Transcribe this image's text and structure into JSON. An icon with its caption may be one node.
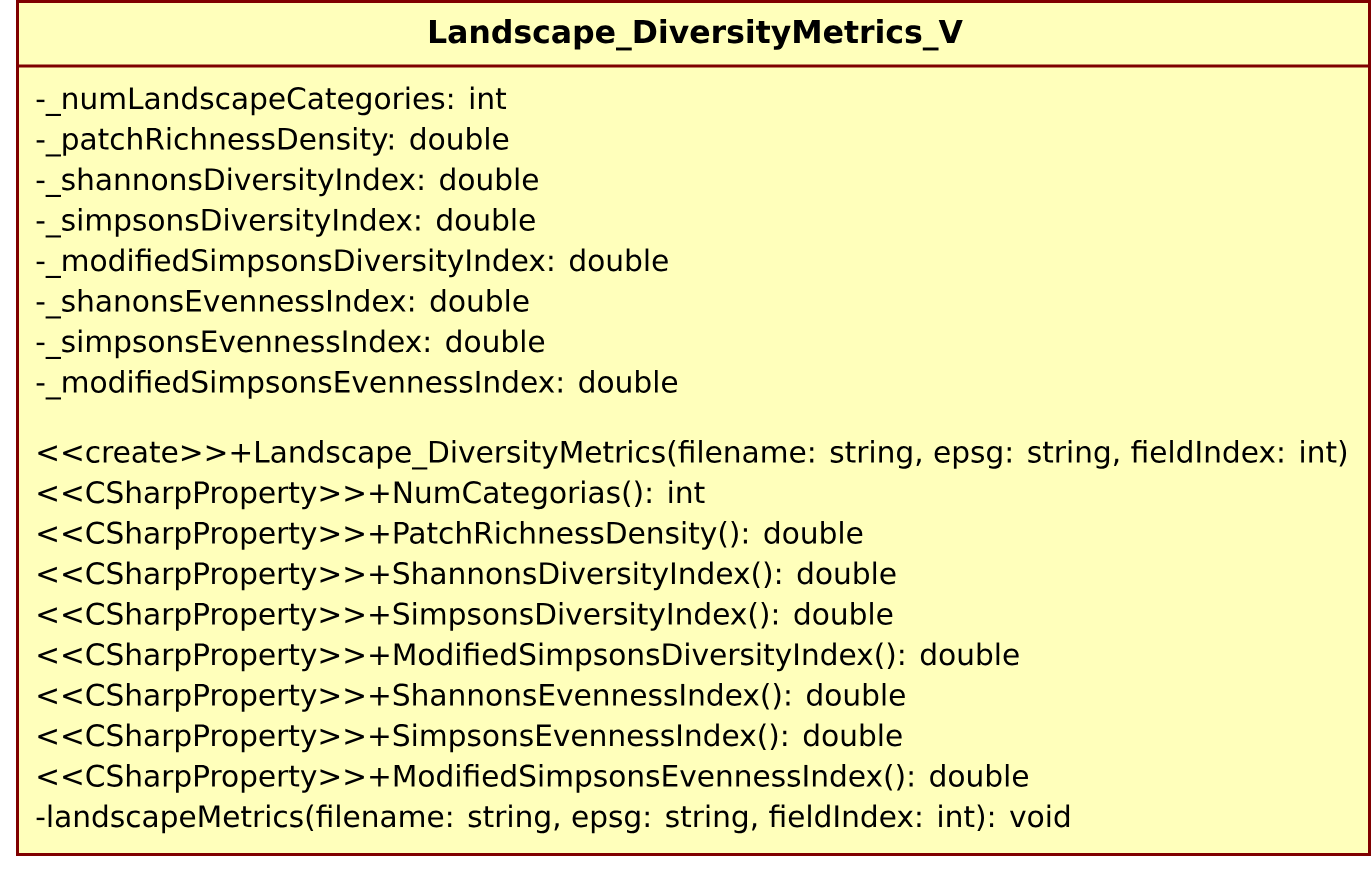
{
  "diagram": {
    "nodes": [
      {
        "text": [
          "Landscape_DiversityMetrics_V",
          "-_numLandscapeCategories: int",
          "-_patchRichnessDensity: double",
          "-_shannonsDiversityIndex: double",
          "-_simpsonsDiversityIndex: double",
          "-_modifiedSimpsonsDiversityIndex: double",
          "-_shanonsEvennessIndex: double",
          "-_simpsonsEvennessIndex: double",
          "-_modifiedSimpsonsEvennessIndex: double",
          "<<create>>+Landscape_DiversityMetrics(filename: string, epsg: string, fieldIndex: int)",
          "<<CSharpProperty>>+NumCategorias(): int",
          "<<CSharpProperty>>+PatchRichnessDensity(): double",
          "<<CSharpProperty>>+ShannonsDiversityIndex(): double",
          "<<CSharpProperty>>+SimpsonsDiversityIndex(): double",
          "<<CSharpProperty>>+ModifiedSimpsonsDiversityIndex(): double",
          "<<CSharpProperty>>+ShannonsEvennessIndex(): double",
          "<<CSharpProperty>>+SimpsonsEvennessIndex(): double",
          "<<CSharpProperty>>+ModifiedSimpsonsEvennessIndex(): double",
          "-landscapeMetrics(filename: string, epsg: string, fieldIndex: int): void"
        ]
      }
    ]
  }
}
